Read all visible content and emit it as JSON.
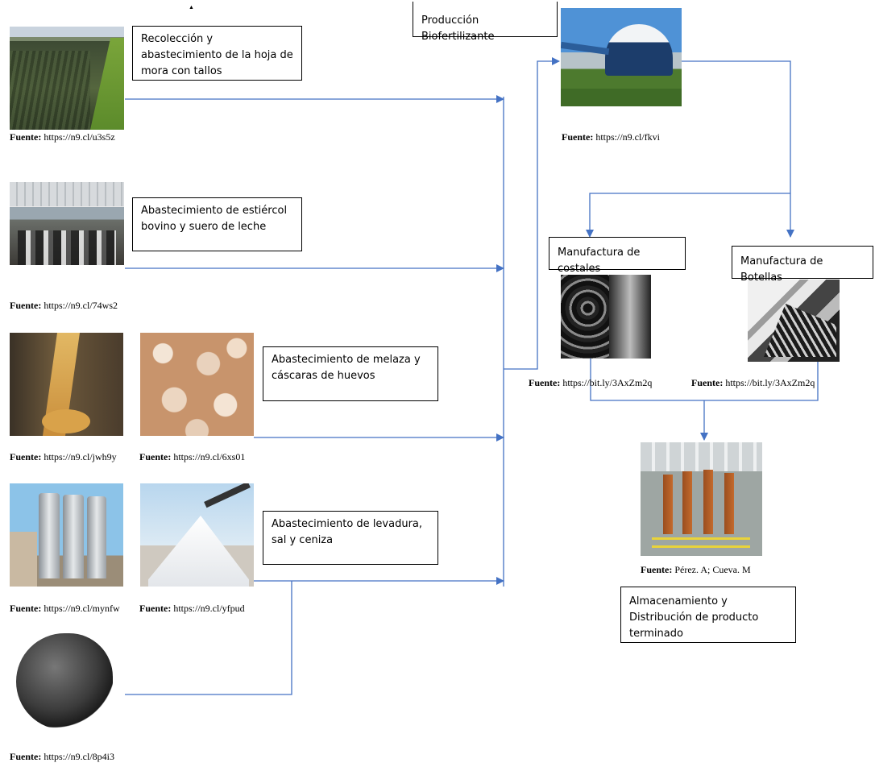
{
  "stray_mark": "▲",
  "boxes": {
    "recoleccion": "Recolección y abastecimiento de la hoja de mora con tallos",
    "estiercol": "Abastecimiento de estiércol bovino y suero de leche",
    "melaza": "Abastecimiento de melaza y cáscaras de huevos",
    "levadura": "Abastecimiento de levadura, sal y ceniza",
    "produccion": "Producción Biofertilizante",
    "costales": "Manufactura de costales",
    "botellas": "Manufactura de Botellas",
    "almacenamiento": "Almacenamiento y Distribución de producto terminado"
  },
  "sources": {
    "label": "Fuente",
    "mora": "https://n9.cl/u3s5z",
    "estiercol": "https://n9.cl/74ws2",
    "melaza": "https://n9.cl/jwh9y",
    "huevos": "https://n9.cl/6xs01",
    "levadura": "https://n9.cl/mynfw",
    "sal": "https://n9.cl/yfpud",
    "ceniza": "https://n9.cl/8p4i3",
    "biofertilizante": "https://n9.cl/fkvi",
    "costales": "https://bit.ly/3AxZm2q",
    "botellas": "https://bit.ly/3AxZm2q",
    "almacen": "Pérez. A; Cueva. M"
  },
  "colors": {
    "connector": "#4472c4",
    "box_border": "#000000"
  }
}
